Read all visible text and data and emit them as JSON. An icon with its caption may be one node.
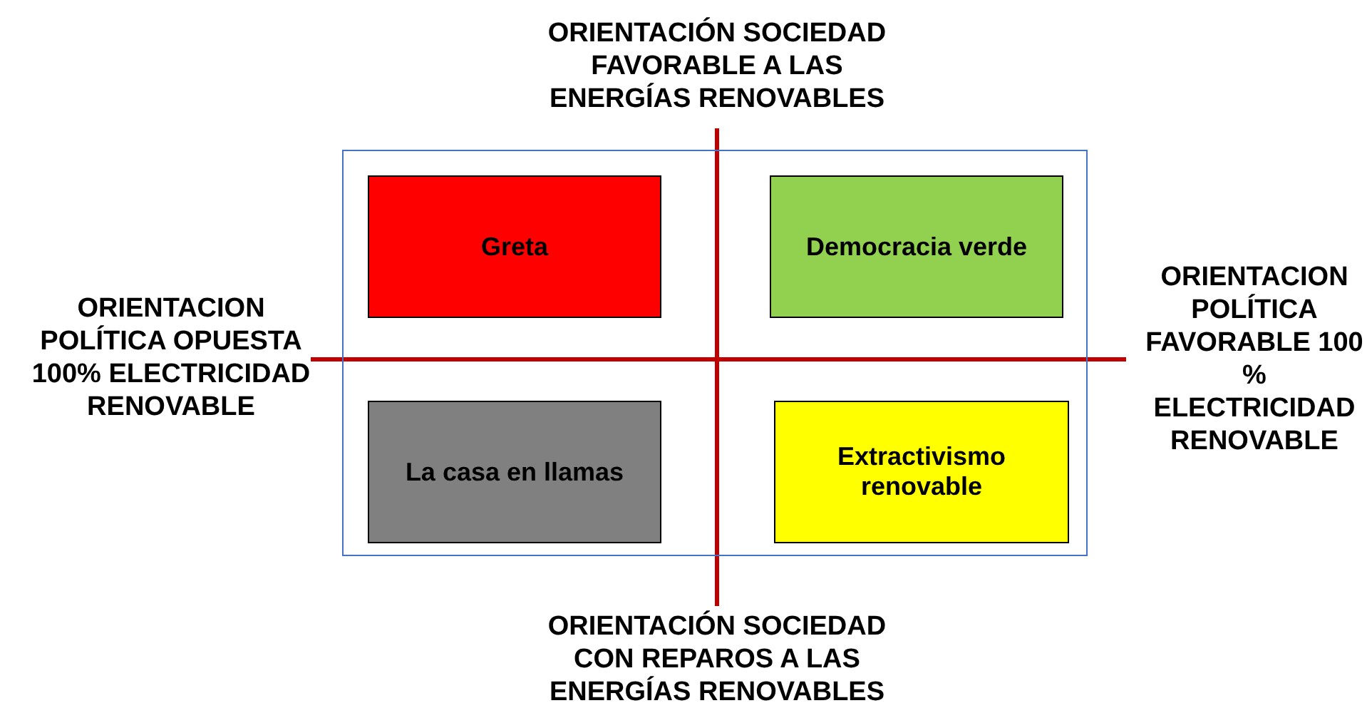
{
  "diagram": {
    "nodes": [
      {
        "text": [],
        "shape": "box"
      },
      {
        "text": [
          "Greta"
        ],
        "in": 0
      },
      {
        "text": [
          "Democracia verde"
        ],
        "in": 0
      },
      {
        "text": [
          "La casa en llamas"
        ],
        "in": 0
      },
      {
        "text": [
          "Extractivismo renovable"
        ],
        "in": 0
      }
    ],
    "labels": [
      "ORIENTACIÓN SOCIEDAD FAVORABLE A LAS ENERGÍAS RENOVABLES",
      "ORIENTACION POLÍTICA OPUESTA 100% ELECTRICIDAD RENOVABLE",
      "ORIENTACION POLÍTICA FAVORABLE 100 % ELECTRICIDAD RENOVABLE",
      "ORIENTACIÓN SOCIEDAD CON REPAROS A LAS ENERGÍAS RENOVABLES"
    ]
  }
}
